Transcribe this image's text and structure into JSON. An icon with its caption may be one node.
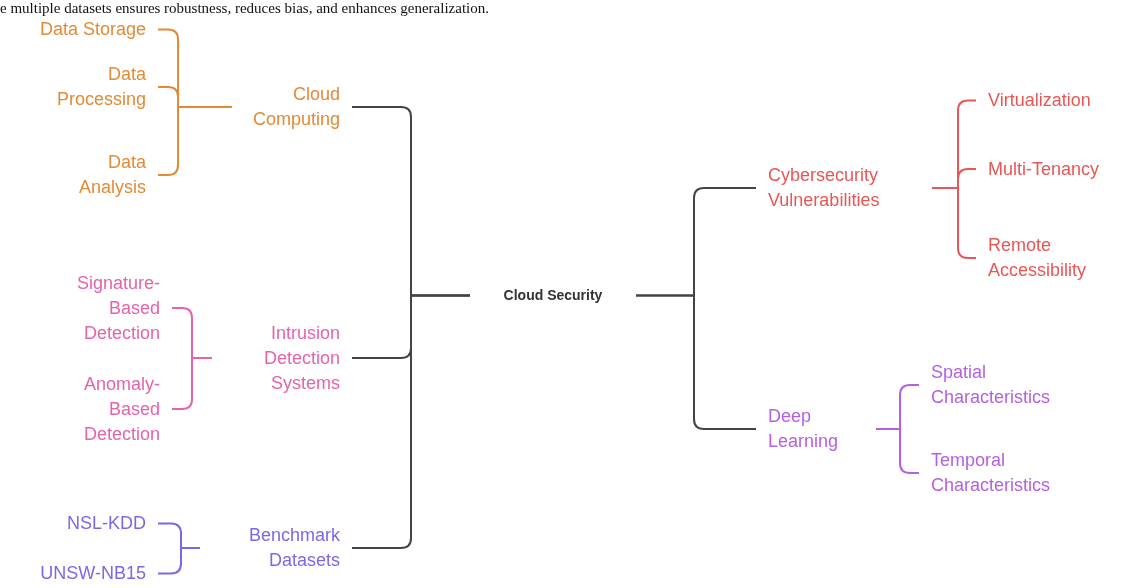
{
  "diagram": {
    "nodes": [
      {
        "text": [
          "Cloud Security"
        ]
      },
      {
        "text": [
          "Cloud Computing"
        ]
      },
      {
        "text": [
          "Data Storage"
        ]
      },
      {
        "text": [
          "Data Processing"
        ]
      },
      {
        "text": [
          "Data Analysis"
        ]
      },
      {
        "text": [
          "Intrusion Detection Systems"
        ]
      },
      {
        "text": [
          "Signature-Based Detection"
        ]
      },
      {
        "text": [
          "Anomaly-Based Detection"
        ]
      },
      {
        "text": [
          "Benchmark Datasets"
        ]
      },
      {
        "text": [
          "NSL-KDD"
        ]
      },
      {
        "text": [
          "UNSW-NB15"
        ]
      },
      {
        "text": [
          "Cybersecurity Vulnerabilities"
        ]
      },
      {
        "text": [
          "Virtualization"
        ]
      },
      {
        "text": [
          "Multi-Tenancy"
        ]
      },
      {
        "text": [
          "Remote Accessibility"
        ]
      },
      {
        "text": [
          "Deep Learning"
        ]
      },
      {
        "text": [
          "Spatial Characteristics"
        ]
      },
      {
        "text": [
          "Temporal Characteristics"
        ]
      }
    ],
    "edges": [
      {
        "from": 0,
        "to": 1,
        "arrow": "none"
      },
      {
        "from": 0,
        "to": 5,
        "arrow": "none"
      },
      {
        "from": 0,
        "to": 8,
        "arrow": "none"
      },
      {
        "from": 0,
        "to": 11,
        "arrow": "none"
      },
      {
        "from": 0,
        "to": 15,
        "arrow": "none"
      },
      {
        "from": 1,
        "to": 2,
        "arrow": "none",
        "color": "#e28a35"
      },
      {
        "from": 1,
        "to": 3,
        "arrow": "none",
        "color": "#e28a35"
      },
      {
        "from": 1,
        "to": 4,
        "arrow": "none",
        "color": "#e28a35"
      },
      {
        "from": 5,
        "to": 6,
        "arrow": "none",
        "color": "#e563ab"
      },
      {
        "from": 5,
        "to": 7,
        "arrow": "none",
        "color": "#e563ab"
      },
      {
        "from": 8,
        "to": 9,
        "arrow": "none",
        "color": "#7b68e6"
      },
      {
        "from": 8,
        "to": 10,
        "arrow": "none",
        "color": "#7b68e6"
      },
      {
        "from": 11,
        "to": 12,
        "arrow": "none",
        "color": "#e85656"
      },
      {
        "from": 11,
        "to": 13,
        "arrow": "none",
        "color": "#e85656"
      },
      {
        "from": 11,
        "to": 14,
        "arrow": "none",
        "color": "#e85656"
      },
      {
        "from": 15,
        "to": 16,
        "arrow": "none",
        "color": "#b65fe2"
      },
      {
        "from": 15,
        "to": 17,
        "arrow": "none",
        "color": "#b65fe2"
      }
    ],
    "labels": [
      "e multiple datasets ensures robustness, reduces bias, and enhances generalization."
    ]
  }
}
